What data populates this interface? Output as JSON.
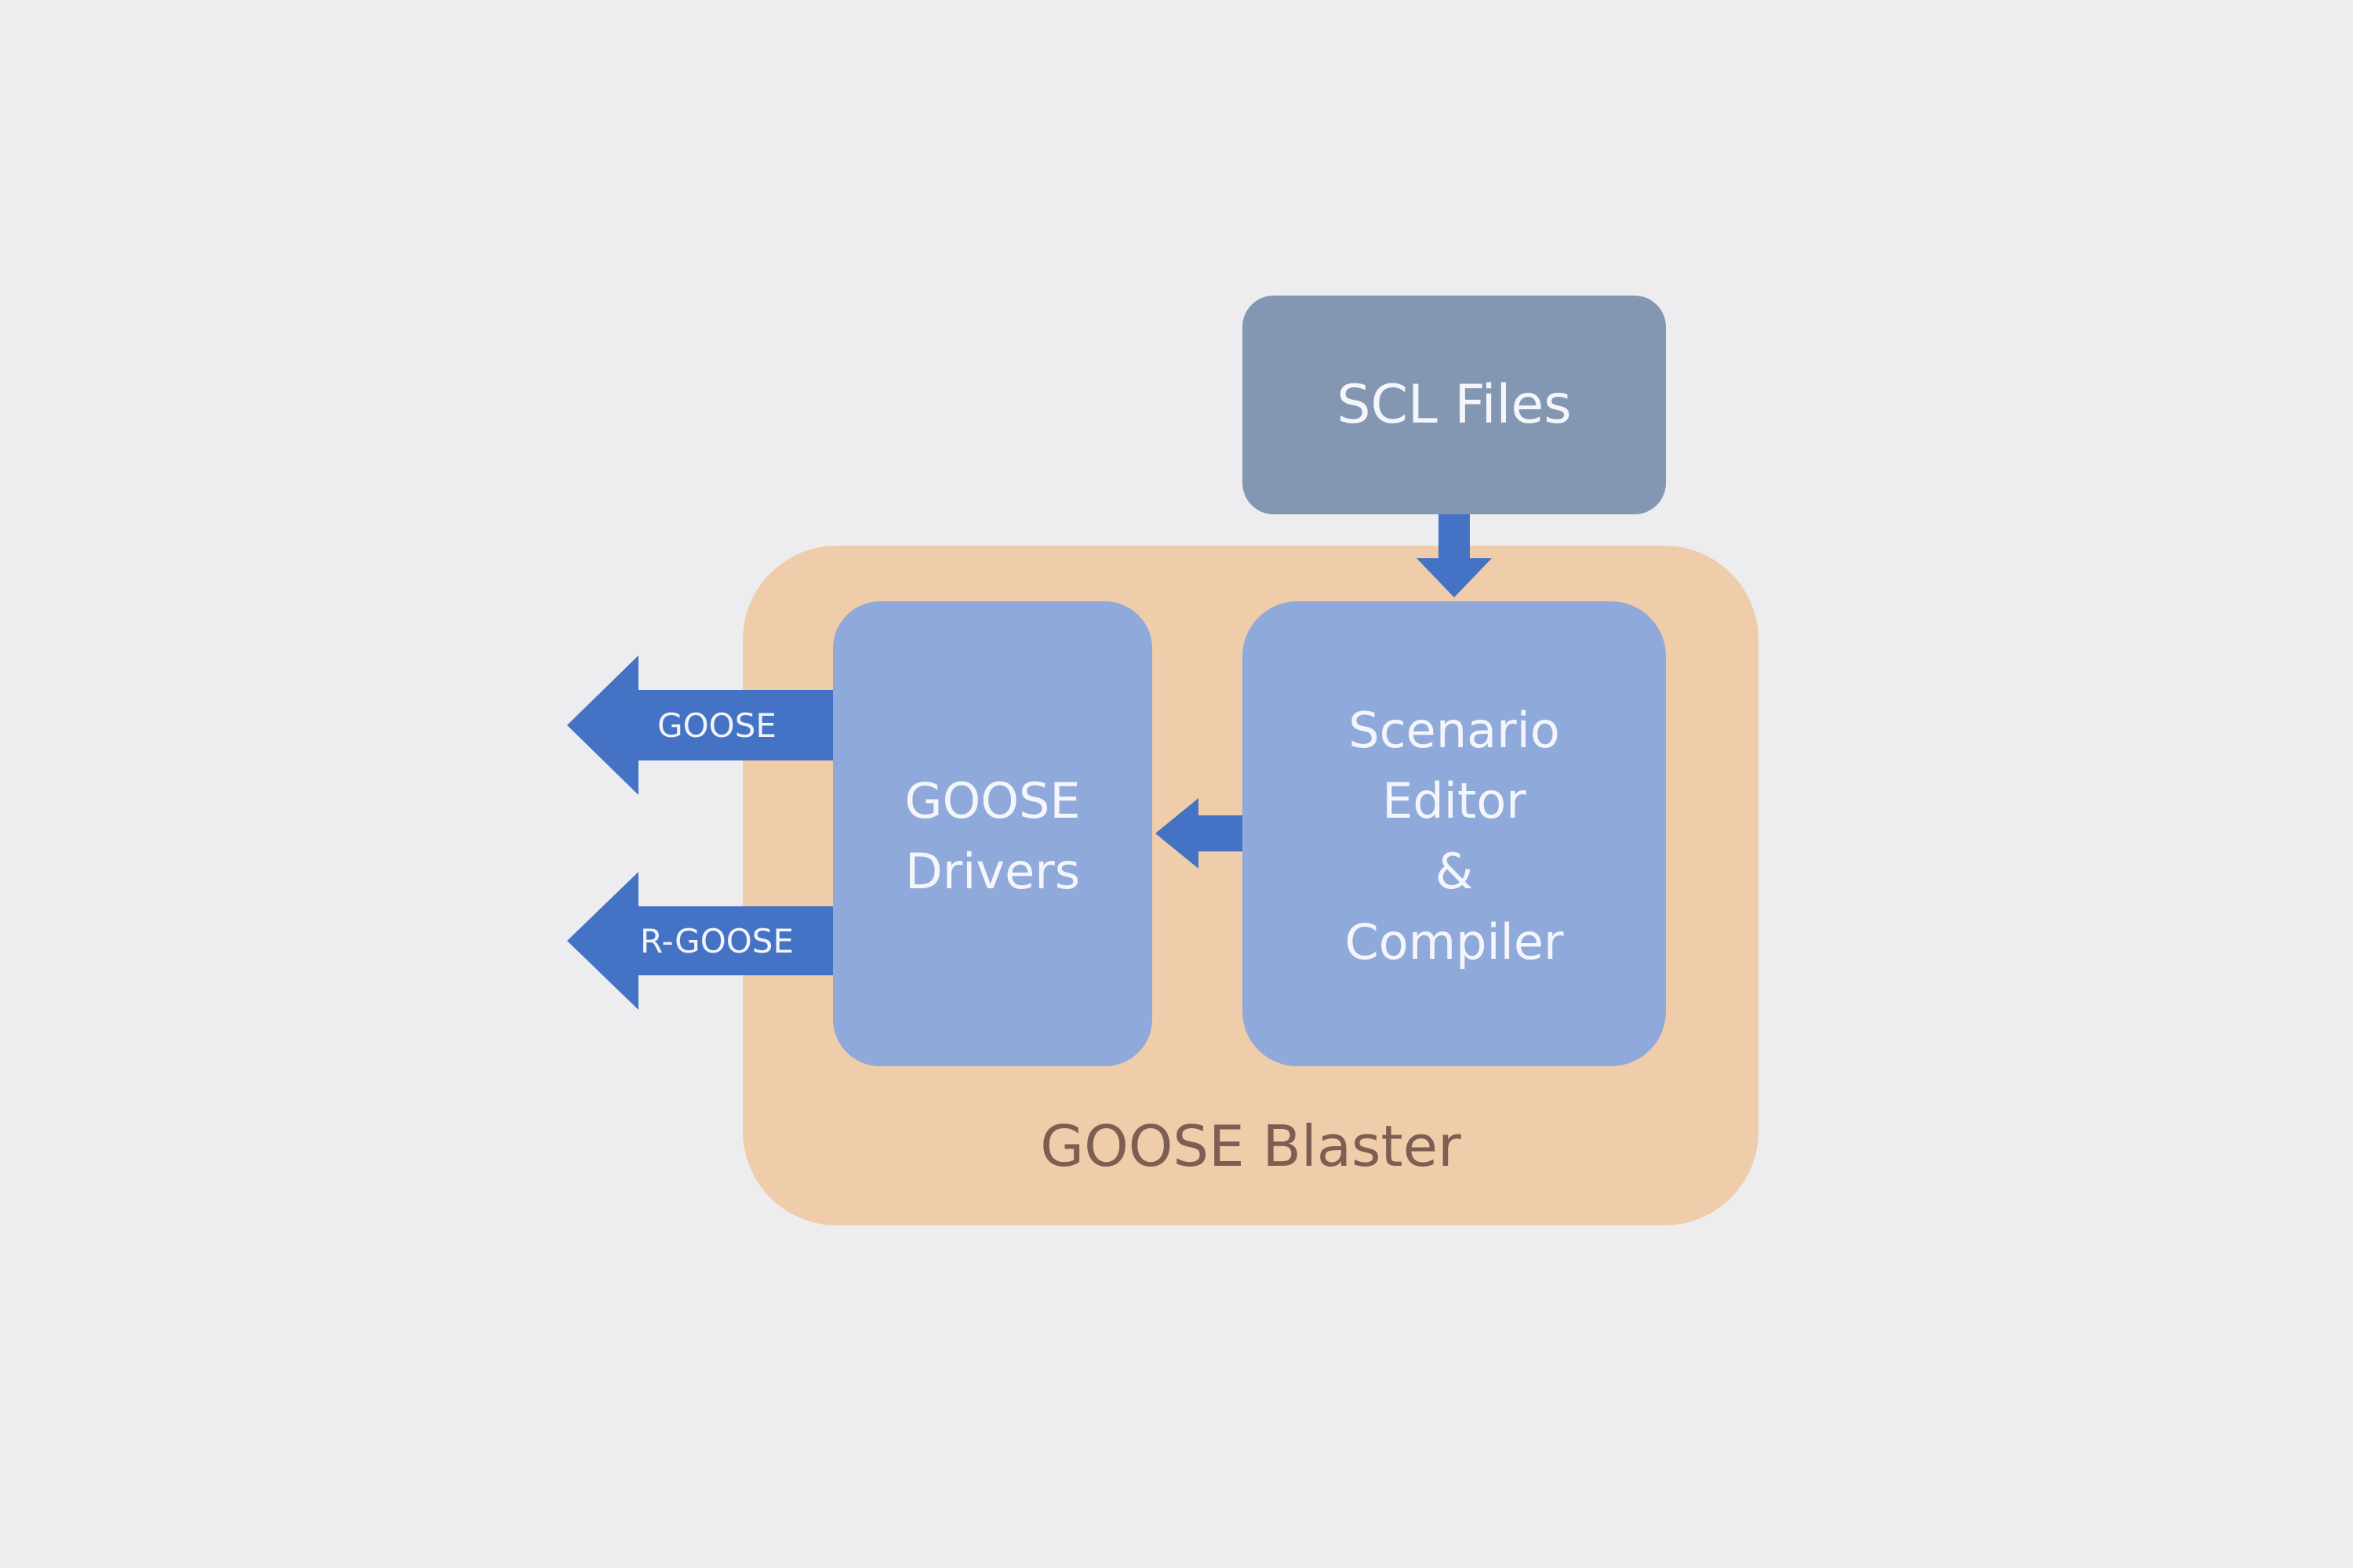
{
  "diagram": {
    "title": "GOOSE Blaster",
    "nodes": {
      "scl_files": {
        "label": "SCL Files"
      },
      "goose_drivers": {
        "lines": [
          "GOOSE",
          "Drivers"
        ]
      },
      "scenario_editor": {
        "lines": [
          "Scenario",
          "Editor",
          "&",
          "Compiler"
        ]
      },
      "container": {
        "label": "GOOSE Blaster"
      }
    },
    "outputs": [
      {
        "label": "GOOSE"
      },
      {
        "label": "R-GOOSE"
      }
    ],
    "edges": [
      {
        "from": "SCL Files",
        "to": "Scenario Editor & Compiler"
      },
      {
        "from": "Scenario Editor & Compiler",
        "to": "GOOSE Drivers"
      },
      {
        "from": "GOOSE Drivers",
        "to": "GOOSE"
      },
      {
        "from": "GOOSE Drivers",
        "to": "R-GOOSE"
      }
    ],
    "colors": {
      "background": "#ededef",
      "container": "#efcdaa",
      "scl_box": "#8497b2",
      "inner_box": "#8fa9db",
      "arrow": "#4472c4",
      "container_label": "#7d5e52"
    }
  }
}
